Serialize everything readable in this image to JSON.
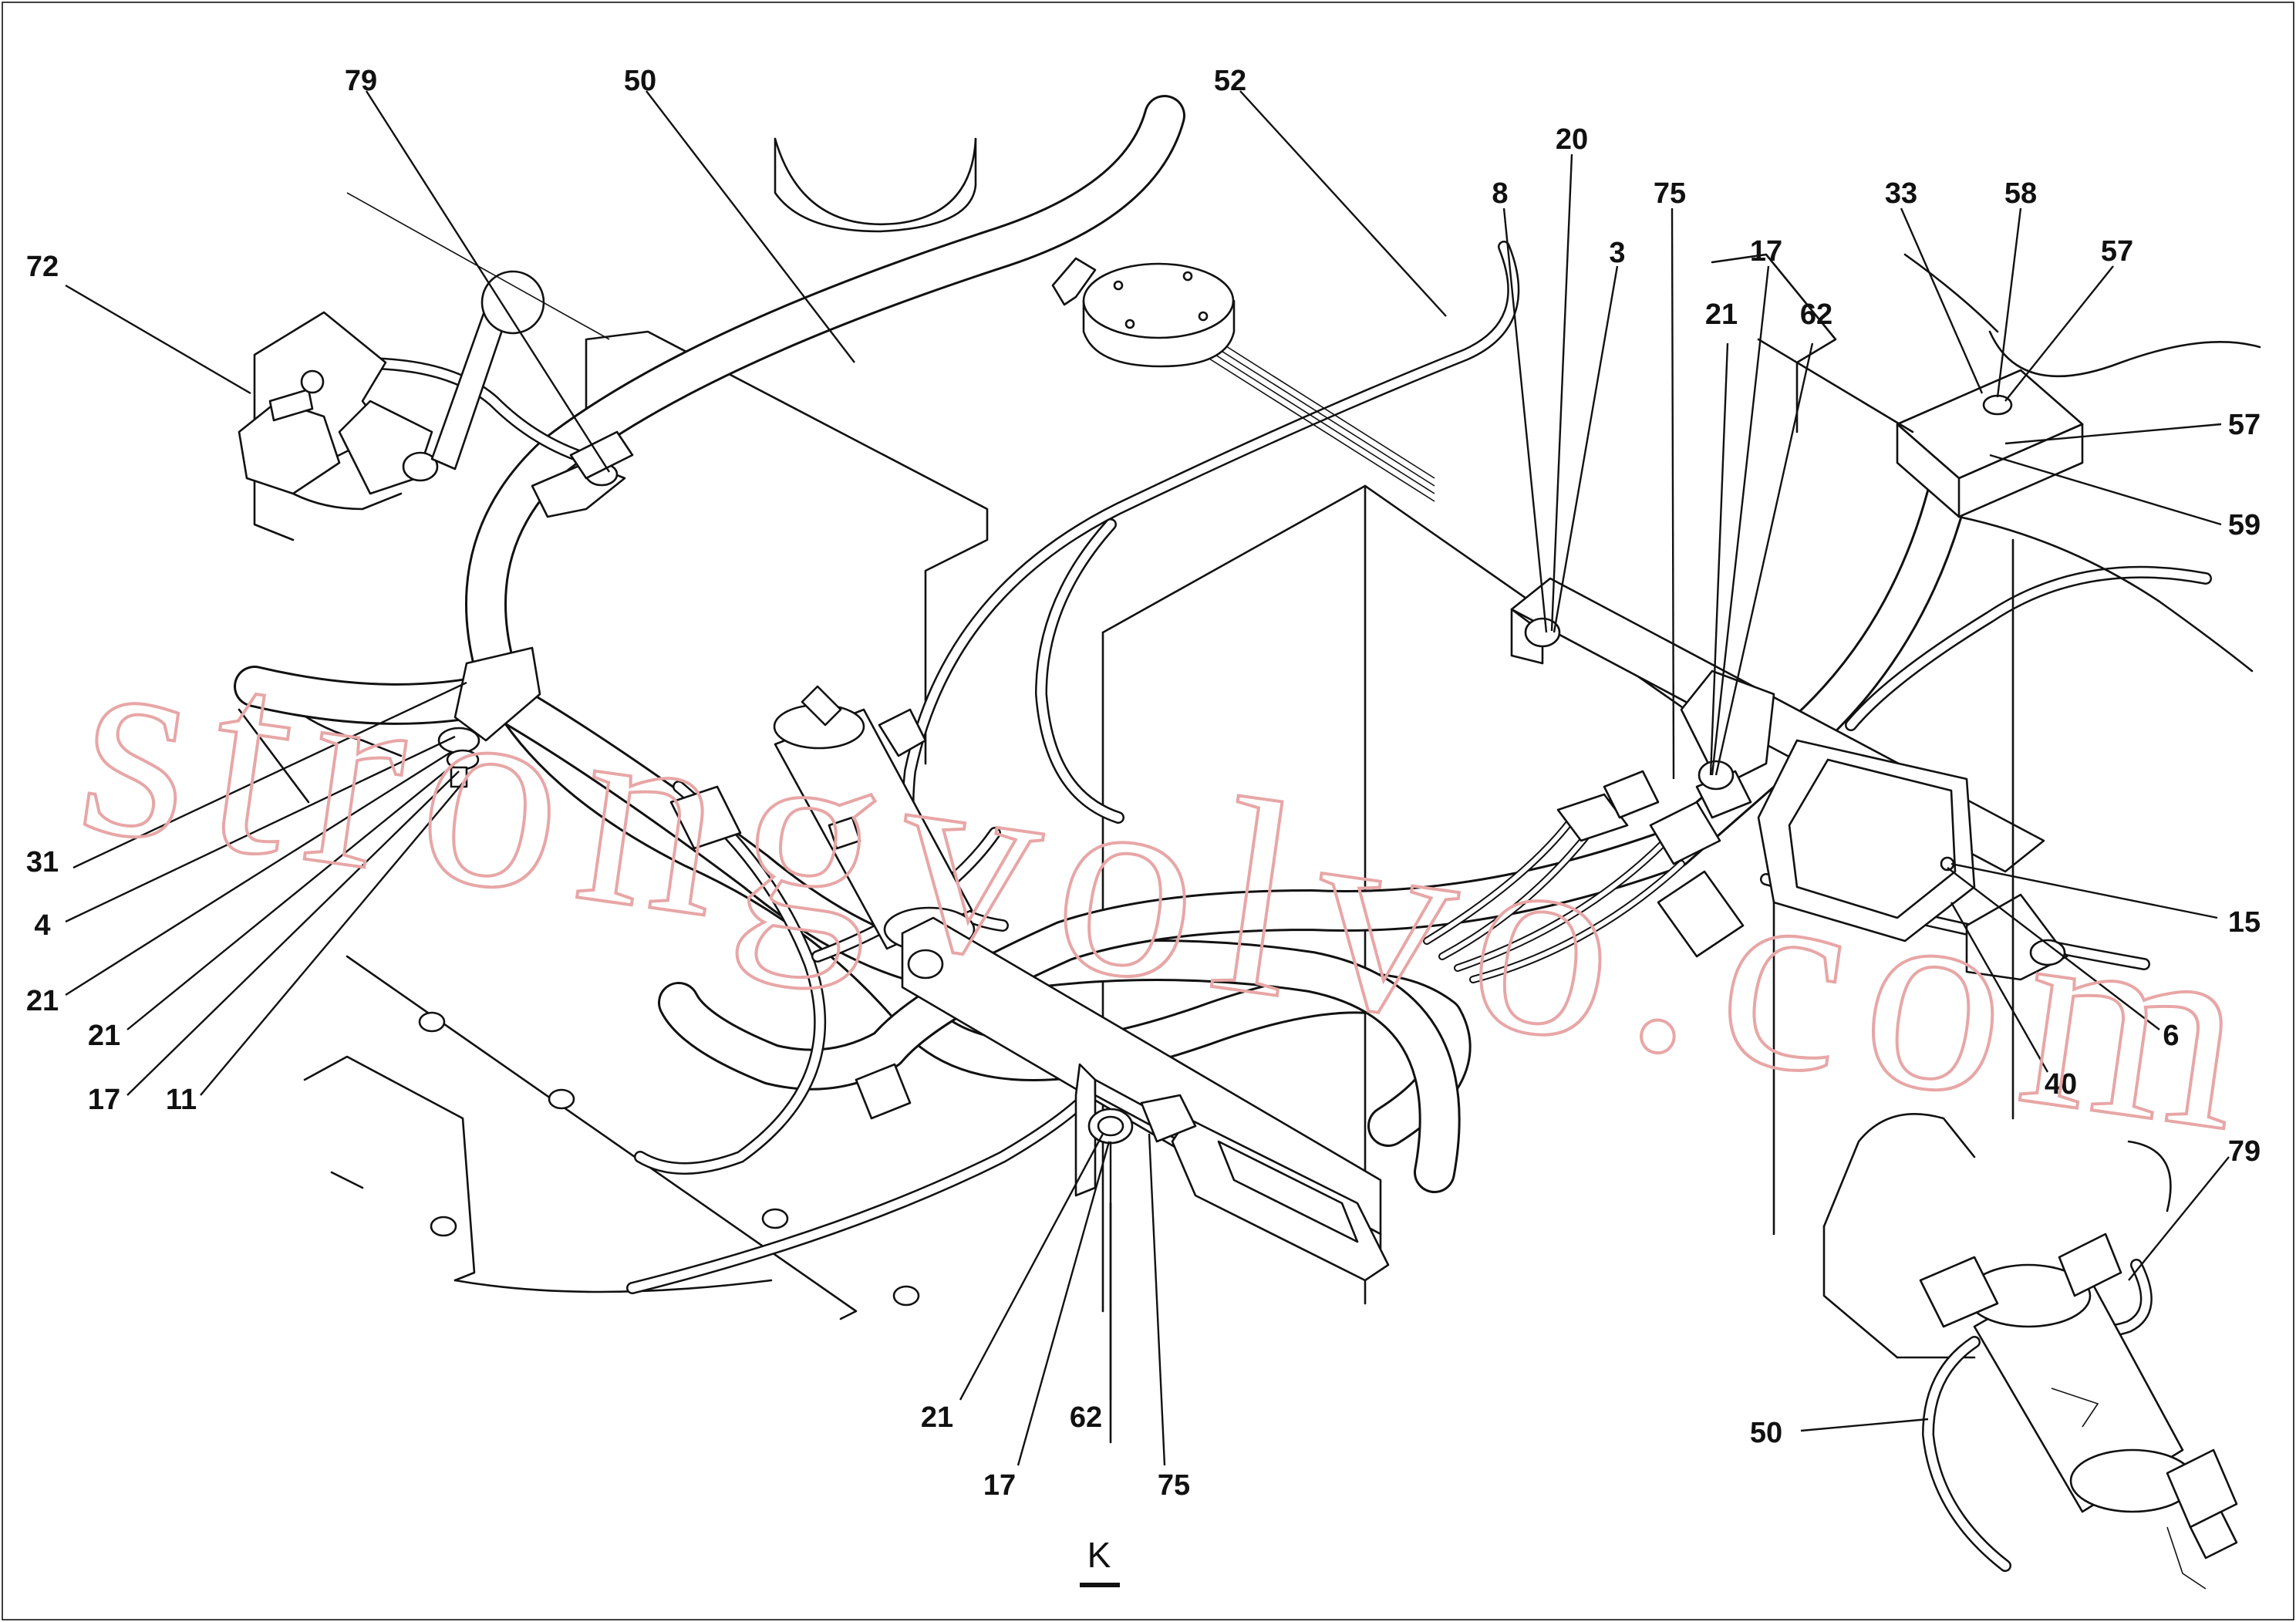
{
  "diagram": {
    "watermark": "strongvolvo.com",
    "view_label": "K",
    "colors": {
      "line": "#111111",
      "background": "#ffffff",
      "watermark": "#e8a6a6"
    },
    "callouts": [
      {
        "id": "c-79-top",
        "text": "79"
      },
      {
        "id": "c-50-top",
        "text": "50"
      },
      {
        "id": "c-52",
        "text": "52"
      },
      {
        "id": "c-20",
        "text": "20"
      },
      {
        "id": "c-8",
        "text": "8"
      },
      {
        "id": "c-75-top",
        "text": "75"
      },
      {
        "id": "c-3",
        "text": "3"
      },
      {
        "id": "c-17-top",
        "text": "17"
      },
      {
        "id": "c-33",
        "text": "33"
      },
      {
        "id": "c-58",
        "text": "58"
      },
      {
        "id": "c-57-a",
        "text": "57"
      },
      {
        "id": "c-21-top",
        "text": "21"
      },
      {
        "id": "c-62-top",
        "text": "62"
      },
      {
        "id": "c-72",
        "text": "72"
      },
      {
        "id": "c-57-b",
        "text": "57"
      },
      {
        "id": "c-59",
        "text": "59"
      },
      {
        "id": "c-31",
        "text": "31"
      },
      {
        "id": "c-4",
        "text": "4"
      },
      {
        "id": "c-21-l1",
        "text": "21"
      },
      {
        "id": "c-21-l2",
        "text": "21"
      },
      {
        "id": "c-17-left",
        "text": "17"
      },
      {
        "id": "c-11",
        "text": "11"
      },
      {
        "id": "c-15",
        "text": "15"
      },
      {
        "id": "c-6",
        "text": "6"
      },
      {
        "id": "c-40",
        "text": "40"
      },
      {
        "id": "c-79-right",
        "text": "79"
      },
      {
        "id": "c-21-bottom",
        "text": "21"
      },
      {
        "id": "c-62-bottom",
        "text": "62"
      },
      {
        "id": "c-17-bottom",
        "text": "17"
      },
      {
        "id": "c-75-bottom",
        "text": "75"
      },
      {
        "id": "c-50-bottom",
        "text": "50"
      }
    ]
  }
}
